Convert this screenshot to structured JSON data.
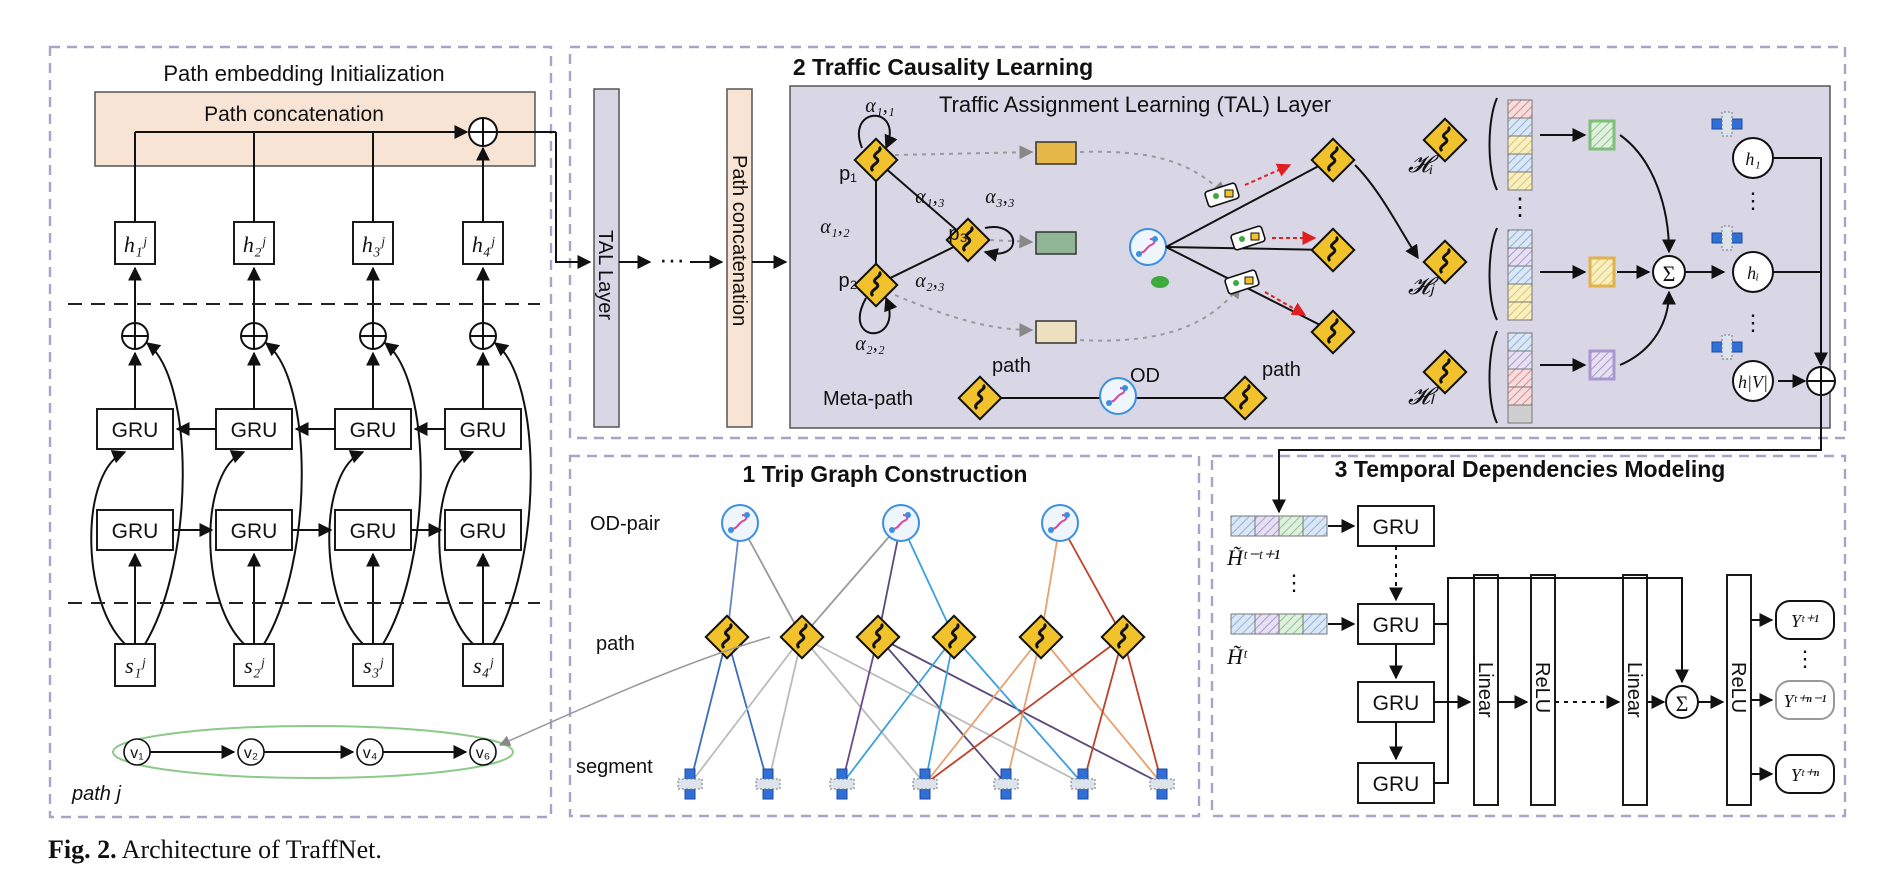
{
  "panel_init": {
    "title": "Path embedding Initialization",
    "concat_label": "Path concatenation",
    "hidden": [
      "h₁ʲ",
      "h₂ʲ",
      "h₃ʲ",
      "h₄ʲ"
    ],
    "gru": "GRU",
    "segments": [
      "s₁ʲ",
      "s₂ʲ",
      "s₃ʲ",
      "s₄ʲ"
    ],
    "nodes": [
      "v₁",
      "v₂",
      "v₄",
      "v₆"
    ],
    "path_label": "path j"
  },
  "panel_causality": {
    "title": "2 Traffic Causality Learning",
    "tal_layer": "TAL Layer",
    "ellipsis": "···",
    "path_concat": "Path concatenation",
    "tal_title": "Traffic Assignment Learning (TAL) Layer",
    "alphas": [
      "α₁,₁",
      "α₁,₃",
      "α₃,₃",
      "α₁,₂",
      "α₂,₃",
      "α₂,₂"
    ],
    "paths": [
      "p₁",
      "p₃",
      "p₂"
    ],
    "meta_path": "Meta-path",
    "meta_path_labels": [
      "path",
      "OD",
      "path"
    ],
    "H_labels": [
      "𝓗ᵢ",
      "𝓗ⱼ",
      "𝓗ₗ"
    ],
    "h_nodes": [
      "h₁",
      "hᵢ",
      "h|V|"
    ],
    "sum": "Σ",
    "plus": "⊕"
  },
  "panel_trip": {
    "title": "1 Trip Graph Construction",
    "row_labels": [
      "OD-pair",
      "path",
      "segment"
    ]
  },
  "panel_temporal": {
    "title": "3 Temporal Dependencies Modeling",
    "H_inputs": [
      "H̃ᵗ⁻ᵗ⁺¹",
      "H̃ᵗ"
    ],
    "gru": "GRU",
    "linear": "Linear",
    "relu": "ReLU",
    "outputs": [
      "Yᵗ⁺¹",
      "Yᵗ⁺ⁿ⁻¹",
      "Yᵗ⁺ⁿ"
    ],
    "sum": "Σ"
  },
  "caption": {
    "bold": "Fig. 2.",
    "text": " Architecture of TraffNet."
  },
  "colors": {
    "concat_fill": "#f8e4d4",
    "tal_fill": "#d9d6e6",
    "panel_border": "#a8a4c8",
    "sign": "#f2c22c",
    "od_circle": "#3d8fe0",
    "segment_blue": "#2f6fd6"
  }
}
